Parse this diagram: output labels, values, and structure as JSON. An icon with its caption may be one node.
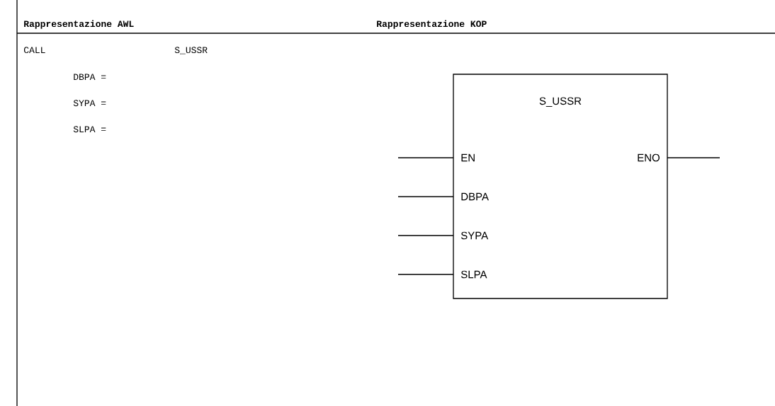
{
  "diagram": {
    "nodes": [
      {
        "text": [
          "S_USSR"
        ]
      },
      {
        "text": [
          "EN"
        ],
        "in": 0
      },
      {
        "text": [
          "DBPA"
        ],
        "in": 0
      },
      {
        "text": [
          "SYPA"
        ],
        "in": 0
      },
      {
        "text": [
          "SLPA"
        ],
        "in": 0
      },
      {
        "text": [
          "ENO"
        ],
        "in": 0
      }
    ],
    "edges": [
      {
        "from": null,
        "to": 1,
        "arrow": "none"
      },
      {
        "from": null,
        "to": 2,
        "arrow": "none"
      },
      {
        "from": null,
        "to": 3,
        "arrow": "none"
      },
      {
        "from": null,
        "to": 4,
        "arrow": "none"
      },
      {
        "from": 5,
        "to": null,
        "arrow": "none"
      }
    ],
    "labels": [
      "Rappresentazione AWL",
      "Rappresentazione KOP",
      "CALL",
      "S_USSR",
      "DBPA =",
      "SYPA =",
      "SLPA ="
    ]
  }
}
